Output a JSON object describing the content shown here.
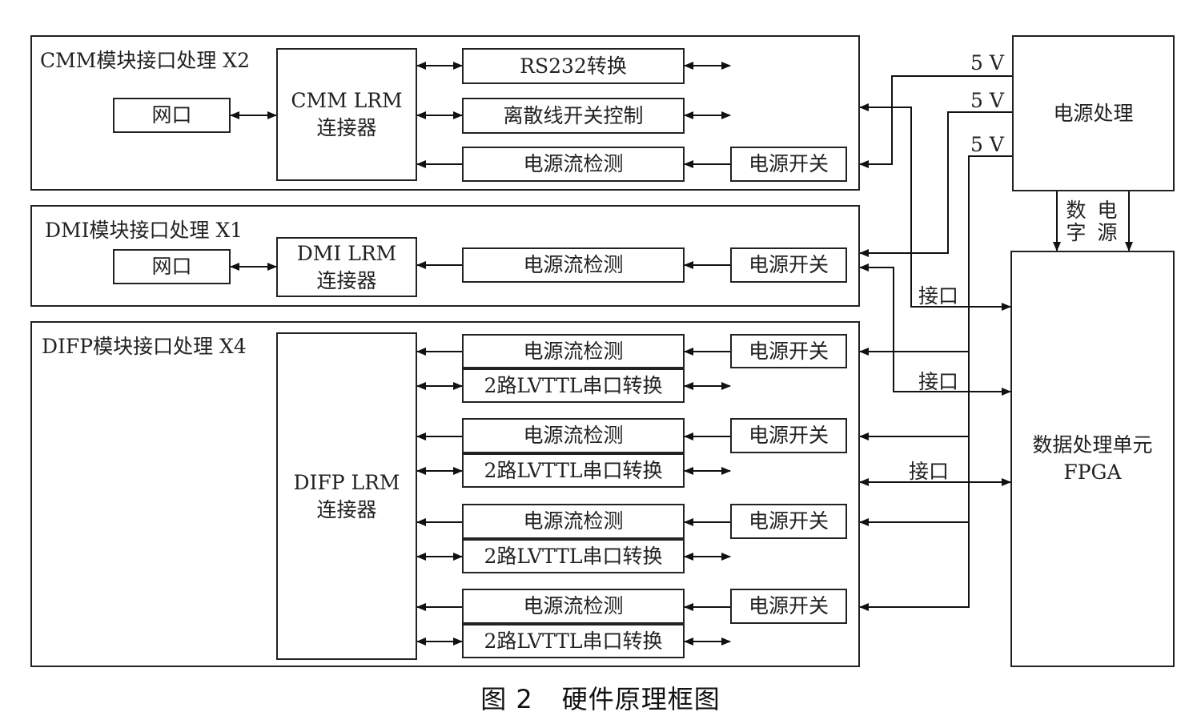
{
  "caption": {
    "figure_no": "图 2",
    "title": "硬件原理框图"
  },
  "groups": {
    "cmm": {
      "title": "CMM模块接口处理 X2"
    },
    "dmi": {
      "title": "DMI模块接口处理 X1"
    },
    "difp": {
      "title": "DIFP模块接口处理 X4"
    }
  },
  "blocks": {
    "net_port": "网口",
    "cmm_lrm": "CMM LRM",
    "dmi_lrm": "DMI LRM",
    "difp_lrm": "DIFP LRM",
    "connector": "连接器",
    "rs232": "RS232转换",
    "discrete": "离散线开关控制",
    "current_detect": "电源流检测",
    "power_switch": "电源开关",
    "lvttl": "2路LVTTL串口转换",
    "power_proc": "电源处理",
    "fpga_line1": "数据处理单元",
    "fpga_line2": "FPGA"
  },
  "labels": {
    "v5": "5 V",
    "interface": "接口",
    "digital_power": [
      "数",
      "字",
      "电",
      "源"
    ]
  }
}
